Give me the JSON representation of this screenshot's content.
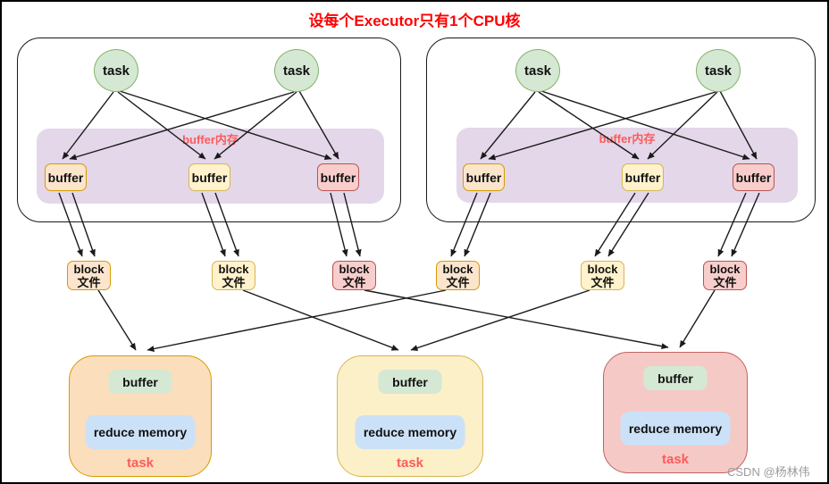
{
  "title": "设每个Executor只有1个CPU核",
  "executors": [
    {
      "tasks": [
        "task",
        "task"
      ],
      "memory_label": "buffer内存",
      "buffers": [
        "buffer",
        "buffer",
        "buffer"
      ]
    },
    {
      "tasks": [
        "task",
        "task"
      ],
      "memory_label": "buffer内存",
      "buffers": [
        "buffer",
        "buffer",
        "buffer"
      ]
    }
  ],
  "block_files": [
    {
      "line1": "block",
      "line2": "文件"
    },
    {
      "line1": "block",
      "line2": "文件"
    },
    {
      "line1": "block",
      "line2": "文件"
    },
    {
      "line1": "block",
      "line2": "文件"
    },
    {
      "line1": "block",
      "line2": "文件"
    },
    {
      "line1": "block",
      "line2": "文件"
    }
  ],
  "reduce_tasks": [
    {
      "buffer": "buffer",
      "memory": "reduce memory",
      "task": "task"
    },
    {
      "buffer": "buffer",
      "memory": "reduce memory",
      "task": "task"
    },
    {
      "buffer": "buffer",
      "memory": "reduce memory",
      "task": "task"
    }
  ],
  "watermark": "CSDN @杨林伟",
  "colors": {
    "title_red": "#FF0000",
    "accent_red": "#FB5C5C",
    "green_fill": "#D5E8D4",
    "green_stroke": "#82B366",
    "yellow_fill": "#FFF2CC",
    "yellow_stroke": "#D6B656",
    "orange_fill": "#FCE5CD",
    "orange_stroke": "#D79B00",
    "pink_fill": "#F8CECC",
    "pink_stroke": "#B85450",
    "purple_fill": "#E3D7E9",
    "blue_fill": "#CBE1F7",
    "arrow_color": "#1a1a1a",
    "watermark_gray": "#9B9B9B"
  }
}
